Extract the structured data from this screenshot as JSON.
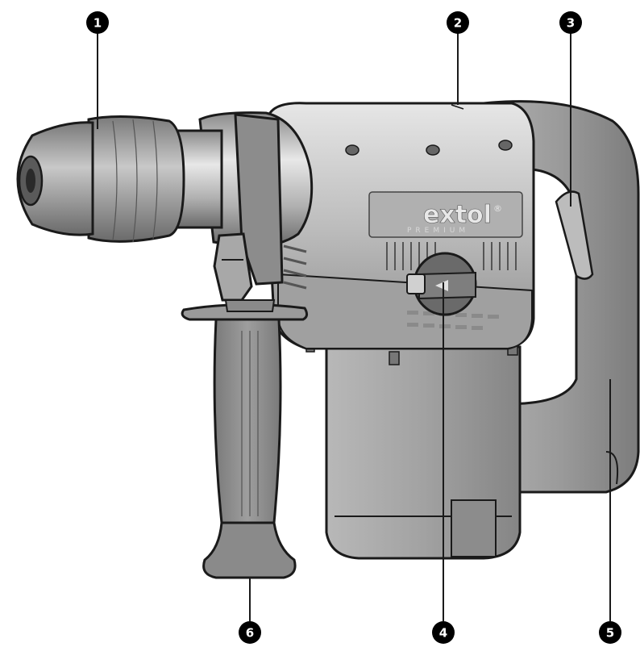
{
  "brand": {
    "name": "extol",
    "registered": "®",
    "tagline": "PREMIUM"
  },
  "callouts": [
    {
      "id": "1",
      "label": "1"
    },
    {
      "id": "2",
      "label": "2"
    },
    {
      "id": "3",
      "label": "3"
    },
    {
      "id": "4",
      "label": "4"
    },
    {
      "id": "5",
      "label": "5"
    },
    {
      "id": "6",
      "label": "6"
    }
  ],
  "colors": {
    "outline": "#1a1a1a",
    "body_light": "#d4d4d4",
    "body_mid": "#a8a8a8",
    "body_dark": "#6e6e6e",
    "grip": "#909090",
    "callout_fill": "#000000",
    "callout_text": "#ffffff"
  }
}
